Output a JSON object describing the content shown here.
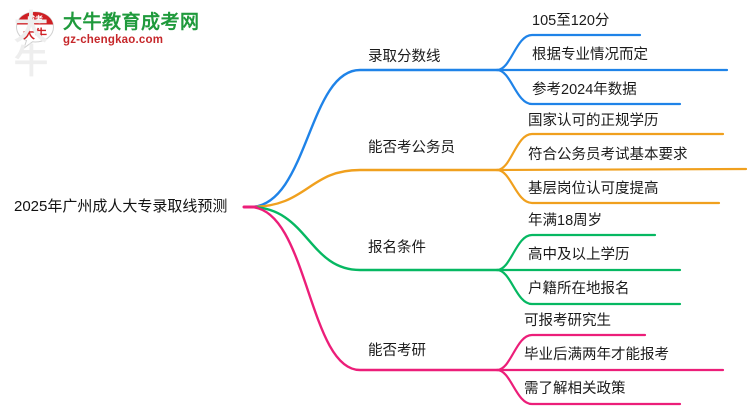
{
  "logo": {
    "watermark": "大牛",
    "title": "大牛教育成考网",
    "subtitle": "gz-chengkao.com",
    "title_color": "#1f9a3c",
    "subtitle_color": "#c6282b"
  },
  "mindmap": {
    "root": {
      "label": "2025年广州成人大专录取线预测"
    },
    "branches": [
      {
        "label": "录取分数线",
        "color": "#1f83e8",
        "children": [
          {
            "label": "105至120分"
          },
          {
            "label": "根据专业情况而定"
          },
          {
            "label": "参考2024年数据"
          }
        ]
      },
      {
        "label": "能否考公务员",
        "color": "#f0a01e",
        "children": [
          {
            "label": "国家认可的正规学历"
          },
          {
            "label": "符合公务员考试基本要求"
          },
          {
            "label": "基层岗位认可度提高"
          }
        ]
      },
      {
        "label": "报名条件",
        "color": "#06b862",
        "children": [
          {
            "label": "年满18周岁"
          },
          {
            "label": "高中及以上学历"
          },
          {
            "label": "户籍所在地报名"
          }
        ]
      },
      {
        "label": "能否考研",
        "color": "#ec1e79",
        "children": [
          {
            "label": "可报考研究生"
          },
          {
            "label": "毕业后满两年才能报考"
          },
          {
            "label": "需了解相关政策"
          }
        ]
      }
    ]
  }
}
